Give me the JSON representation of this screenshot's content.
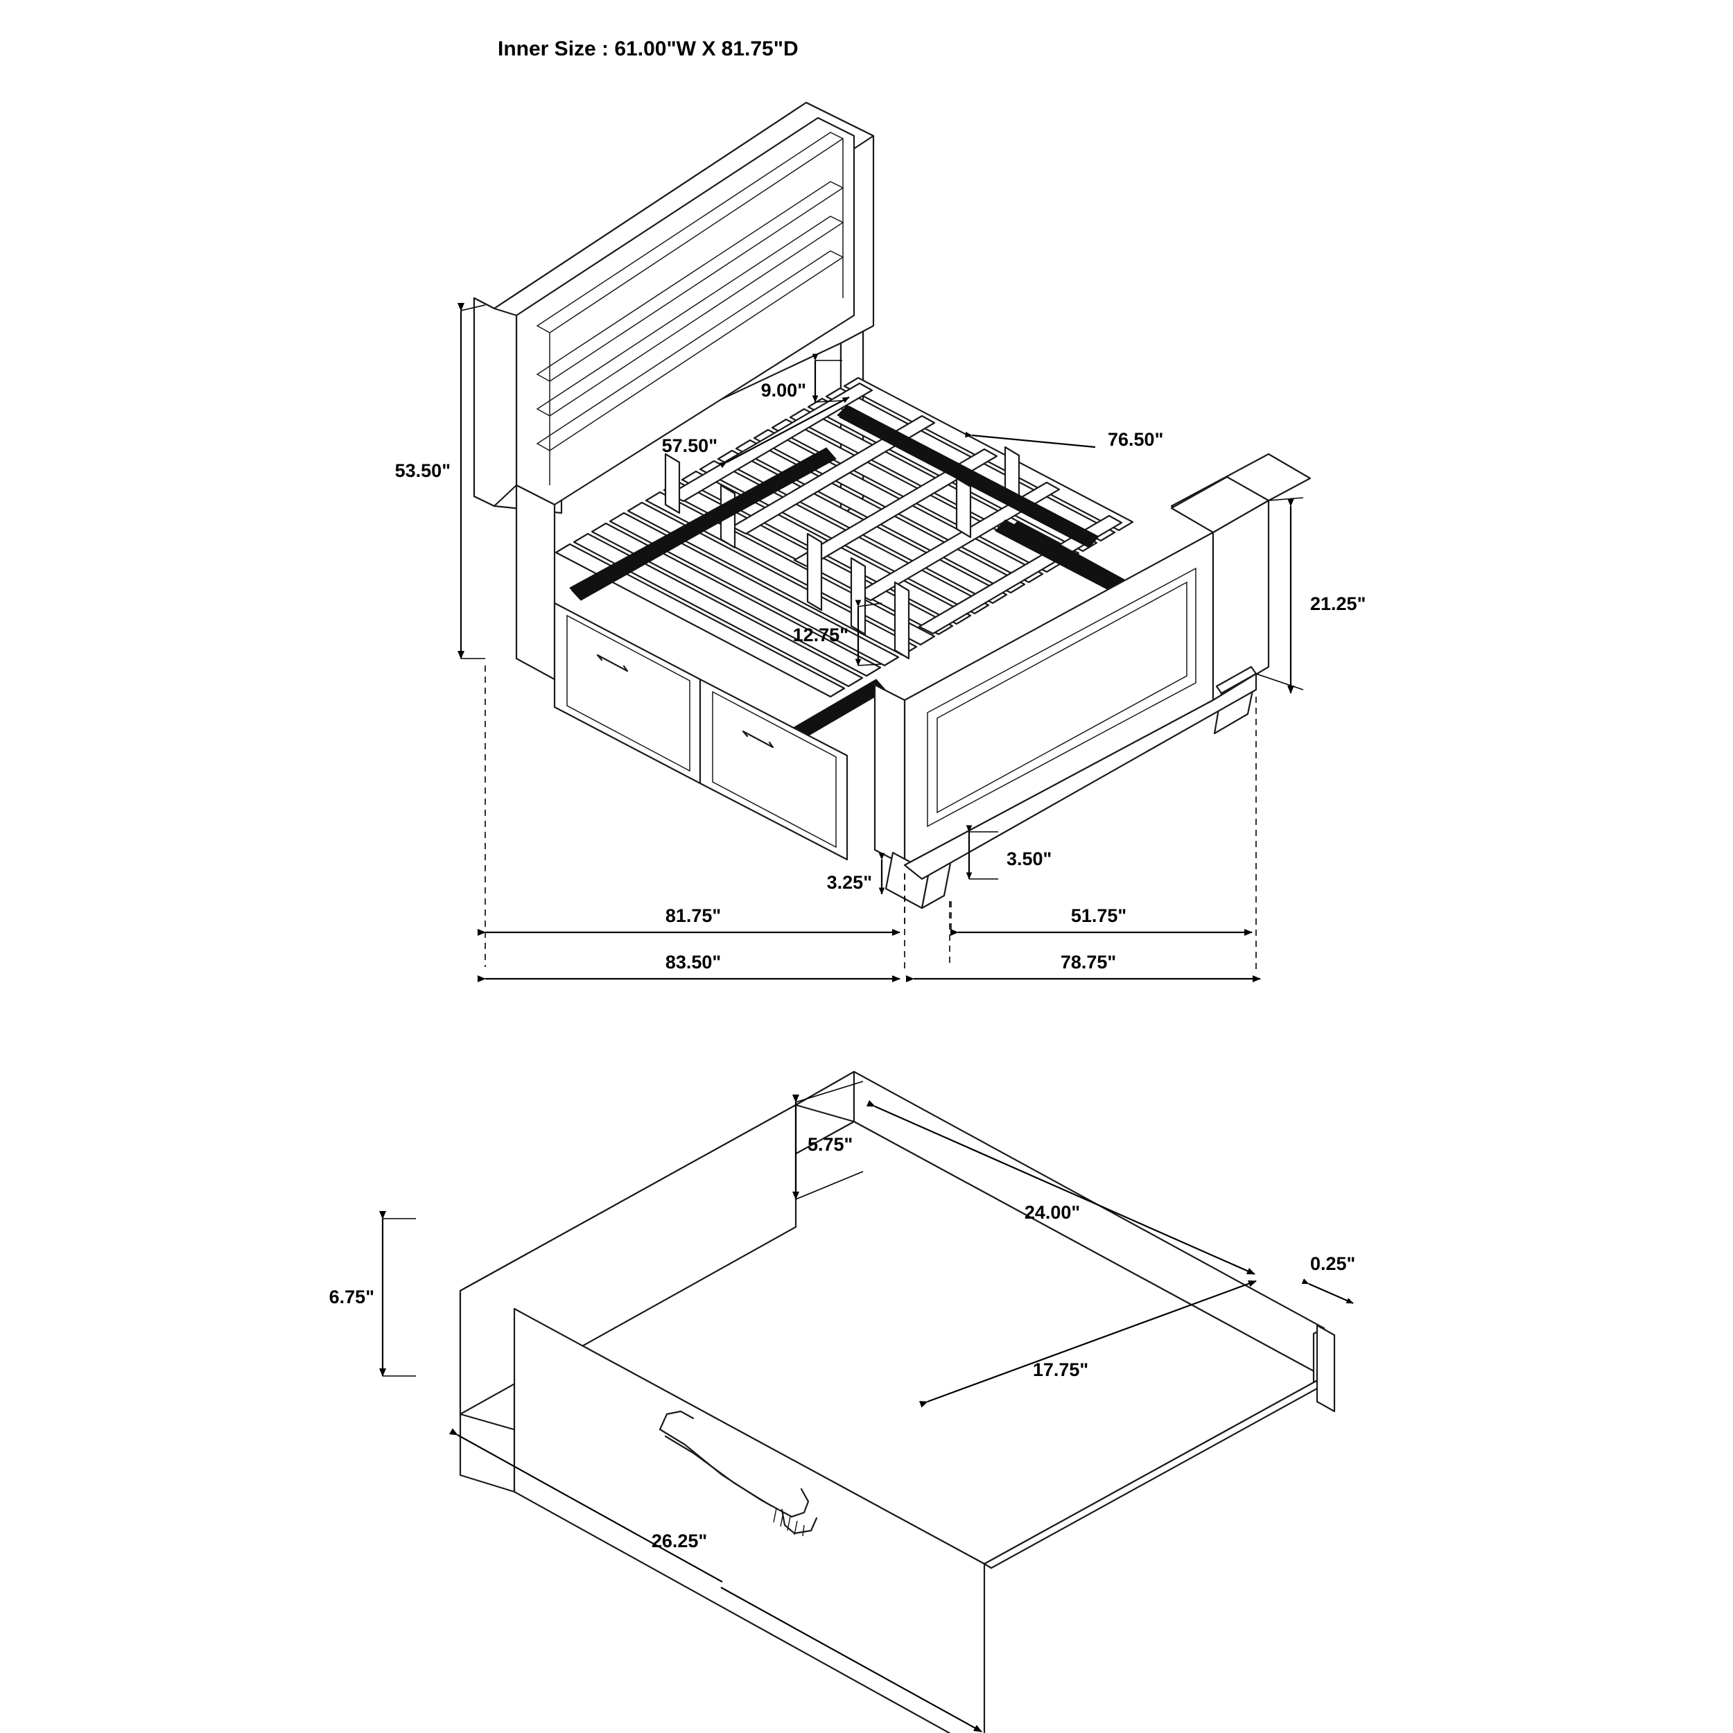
{
  "title": "Inner Size : 61.00\"W X 81.75\"D",
  "diagram": {
    "name": "storage-bed-dimension-drawing",
    "views": [
      {
        "id": "bed",
        "label": "bed-assembly-view"
      },
      {
        "id": "drawer",
        "label": "storage-drawer-view"
      }
    ]
  },
  "chart_data": {
    "type": "table",
    "title": "Inner Size : 61.00\"W X 81.75\"D",
    "categories": [
      "headboard-height",
      "headboard-to-rail",
      "slat-width",
      "slat-length",
      "center-support-height",
      "footboard-height",
      "foot-clearance-front",
      "foot-clearance-back",
      "bed-interior-length",
      "bed-overall-length",
      "footboard-depth-inner",
      "footboard-depth-outer",
      "drawer-interior-height",
      "drawer-overall-height",
      "drawer-interior-width",
      "drawer-interior-depth",
      "drawer-side-thickness",
      "drawer-front-width"
    ],
    "values": [
      53.5,
      9.0,
      57.5,
      76.5,
      12.75,
      21.25,
      3.25,
      3.5,
      81.75,
      83.5,
      51.75,
      78.75,
      5.75,
      6.75,
      24.0,
      17.75,
      0.25,
      26.25
    ],
    "units": "inches"
  },
  "labels": {
    "h53": "53.50\"",
    "h9": "9.00\"",
    "w5750": "57.50\"",
    "w7650": "76.50\"",
    "h1275": "12.75\"",
    "h2125": "21.25\"",
    "h325": "3.25\"",
    "h350": "3.50\"",
    "w8175": "81.75\"",
    "w8350": "83.50\"",
    "w5175": "51.75\"",
    "w7875": "78.75\"",
    "d575": "5.75\"",
    "d675": "6.75\"",
    "d2400": "24.00\"",
    "d1775": "17.75\"",
    "d025": "0.25\"",
    "d2625": "26.25\""
  }
}
